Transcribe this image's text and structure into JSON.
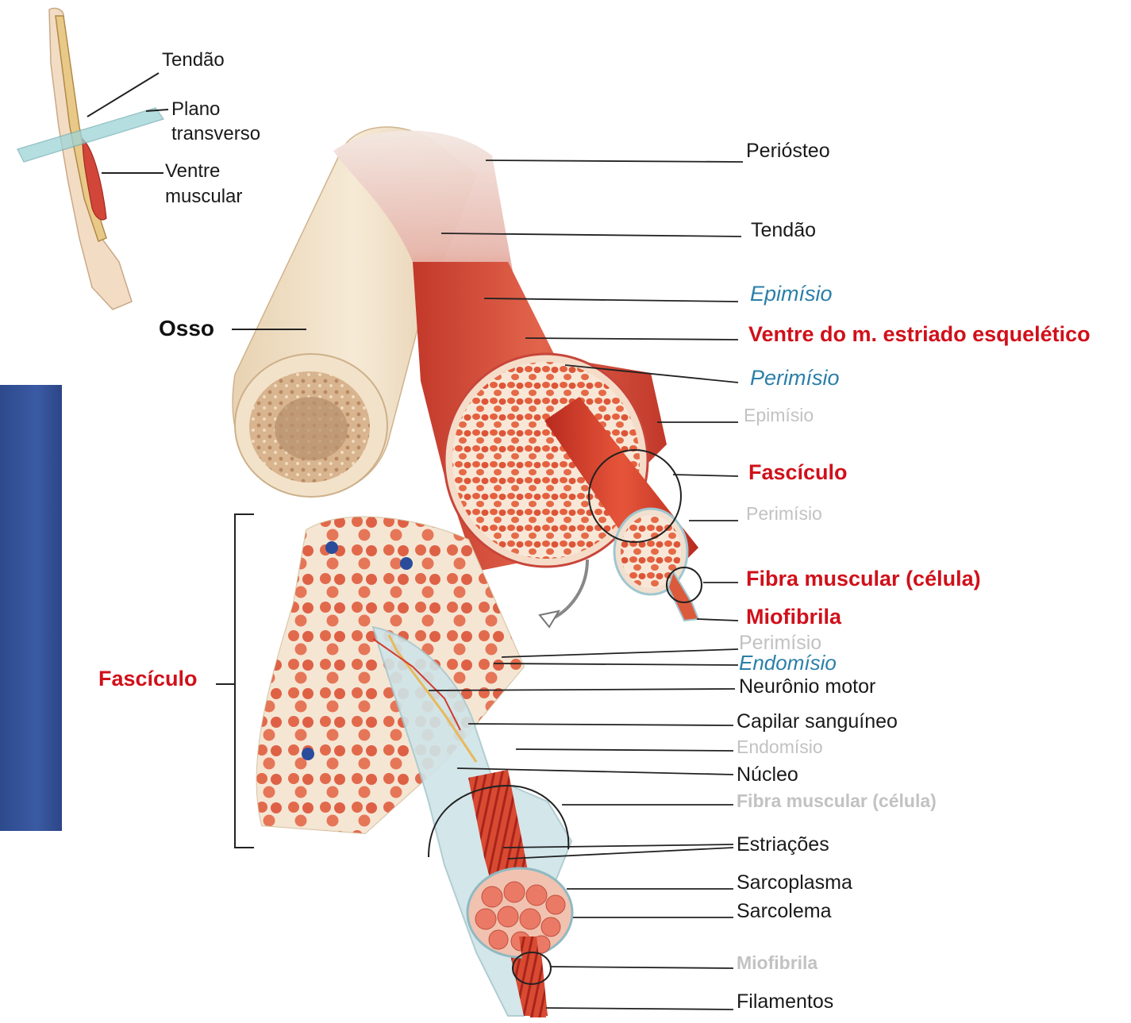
{
  "inset": {
    "labels": {
      "tendon": "Tendão",
      "plane_line1": "Plano",
      "plane_line2": "transverso",
      "belly_line1": "Ventre",
      "belly_line2": "muscular"
    }
  },
  "labels": {
    "osso": "Osso",
    "fasciculo_left": "Fascículo",
    "periosteo": "Periósteo",
    "tendao": "Tendão",
    "epimisio_1": "Epimísio",
    "ventre": "Ventre do m. estriado esquelético",
    "perimisio_1": "Perimísio",
    "epimisio_2": "Epimísio",
    "fasciculo_right": "Fascículo",
    "perimisio_2": "Perimísio",
    "fibra_1": "Fibra muscular (célula)",
    "miofibrila_1": "Miofibrila",
    "perimisio_3": "Perimísio",
    "endomisio_1": "Endomísio",
    "neuronio": "Neurônio motor",
    "capilar": "Capilar sanguíneo",
    "endomisio_2": "Endomísio",
    "nucleo": "Núcleo",
    "fibra_2": "Fibra muscular (célula)",
    "estriacoes": "Estriações",
    "sarcoplasma": "Sarcoplasma",
    "sarcolema": "Sarcolema",
    "miofibrila_2": "Miofibrila",
    "filamentos": "Filamentos"
  },
  "colors": {
    "red_label": "#d0101a",
    "blue_label": "#2a7fa8",
    "grey_label": "#c2c2c2",
    "muscle_red": "#d8503a",
    "bone_beige": "#efdcc0",
    "panel_blue": "#34529a"
  }
}
